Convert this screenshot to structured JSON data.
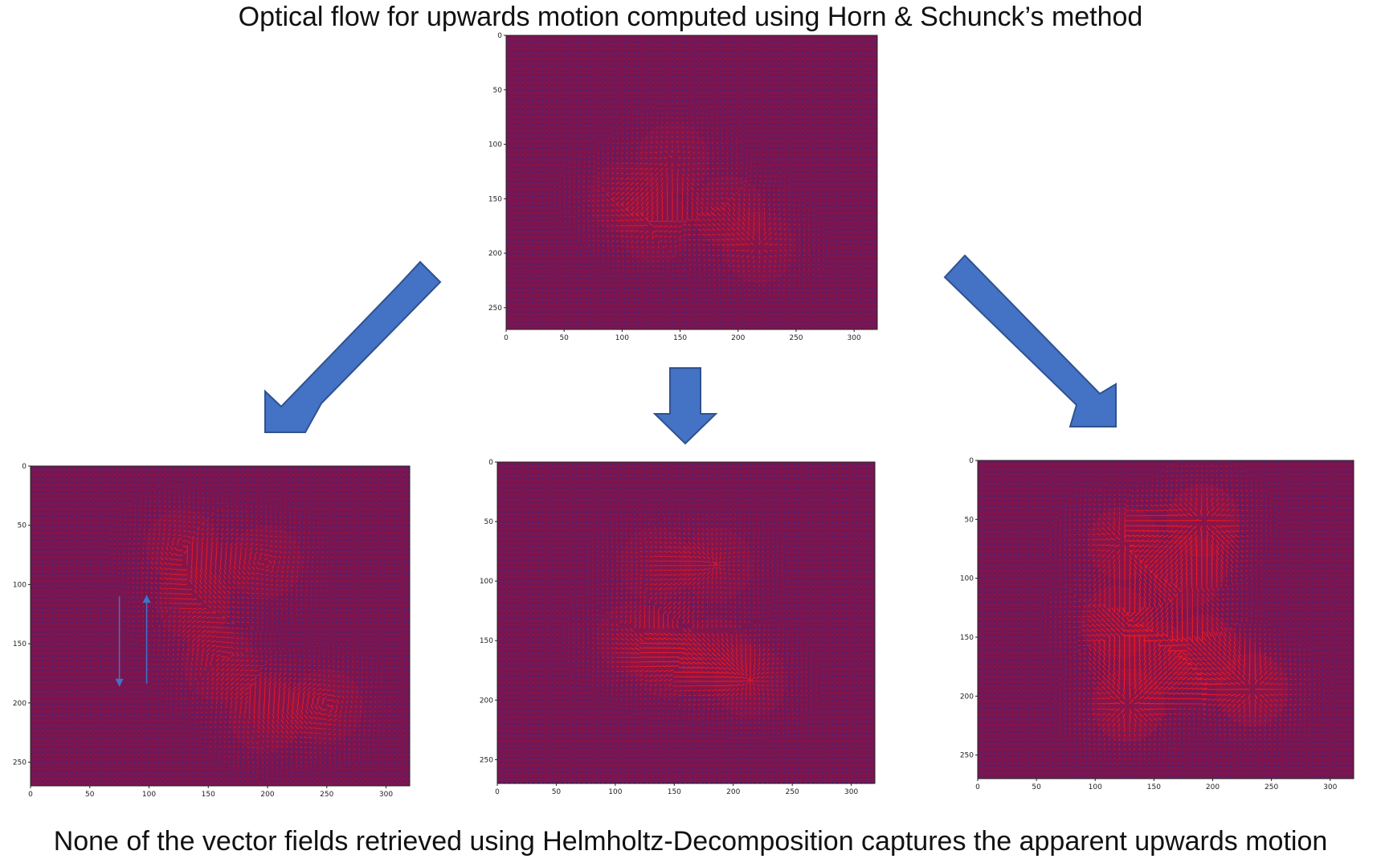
{
  "title": "Optical flow for upwards motion computed using Horn & Schunck’s method",
  "footer": "None of the vector fields retrieved using Helmholtz-Decomposition captures the apparent upwards motion",
  "colors": {
    "background_field": "#7a1550",
    "vector_red": "#ff1a1a",
    "vector_blue": "#2a2a8c",
    "arrow_fill": "#4472c4",
    "arrow_stroke": "#2f528f"
  },
  "plots": [
    {
      "id": "original",
      "x_ticks": [
        "0",
        "50",
        "100",
        "150",
        "200",
        "250",
        "300"
      ],
      "y_ticks": [
        "0",
        "50",
        "100",
        "150",
        "200",
        "250"
      ],
      "xlim": [
        0,
        320
      ],
      "ylim": [
        270,
        0
      ]
    },
    {
      "id": "left",
      "x_ticks": [
        "0",
        "50",
        "100",
        "150",
        "200",
        "250",
        "300"
      ],
      "y_ticks": [
        "0",
        "50",
        "100",
        "150",
        "200",
        "250"
      ],
      "xlim": [
        0,
        320
      ],
      "ylim": [
        270,
        0
      ]
    },
    {
      "id": "middle",
      "x_ticks": [
        "0",
        "50",
        "100",
        "150",
        "200",
        "250",
        "300"
      ],
      "y_ticks": [
        "0",
        "50",
        "100",
        "150",
        "200",
        "250"
      ],
      "xlim": [
        0,
        320
      ],
      "ylim": [
        270,
        0
      ]
    },
    {
      "id": "right",
      "x_ticks": [
        "0",
        "50",
        "100",
        "150",
        "200",
        "250",
        "300"
      ],
      "y_ticks": [
        "0",
        "50",
        "100",
        "150",
        "200",
        "250"
      ],
      "xlim": [
        0,
        320
      ],
      "ylim": [
        270,
        0
      ]
    }
  ]
}
